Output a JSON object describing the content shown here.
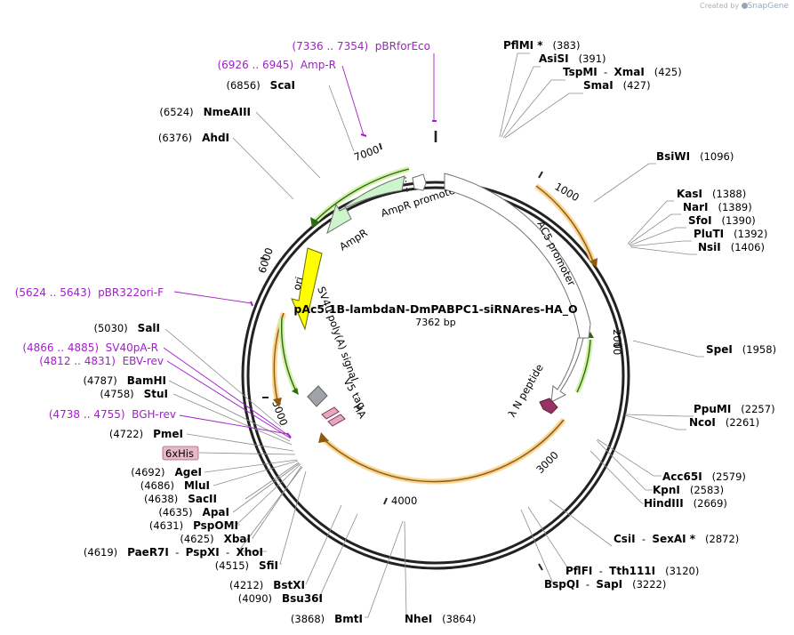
{
  "credit": {
    "prefix": "Created by",
    "brand": "SnapGene"
  },
  "plasmid": {
    "name": "pAc5.1B-lambdaN-DmPABPC1-siRNAres-HA_O",
    "length": "7362 bp"
  },
  "ticks": [
    "1000",
    "2000",
    "3000",
    "4000",
    "5000",
    "6000",
    "7000"
  ],
  "sites": [
    {
      "name": "PflMI *",
      "pos": "(383)"
    },
    {
      "name": "AsiSI",
      "pos": "(391)"
    },
    {
      "name": "TspMI",
      "name2": "XmaI",
      "pos": "(425)"
    },
    {
      "name": "SmaI",
      "pos": "(427)"
    },
    {
      "name": "BsiWI",
      "pos": "(1096)"
    },
    {
      "name": "KasI",
      "pos": "(1388)"
    },
    {
      "name": "NarI",
      "pos": "(1389)"
    },
    {
      "name": "SfoI",
      "pos": "(1390)"
    },
    {
      "name": "PluTI",
      "pos": "(1392)"
    },
    {
      "name": "NsiI",
      "pos": "(1406)"
    },
    {
      "name": "SpeI",
      "pos": "(1958)"
    },
    {
      "name": "PpuMI",
      "pos": "(2257)"
    },
    {
      "name": "NcoI",
      "pos": "(2261)"
    },
    {
      "name": "Acc65I",
      "pos": "(2579)"
    },
    {
      "name": "KpnI",
      "pos": "(2583)"
    },
    {
      "name": "HindIII",
      "pos": "(2669)"
    },
    {
      "name": "CsiI",
      "name2": "SexAI *",
      "pos": "(2872)"
    },
    {
      "name": "PflFI",
      "name2": "Tth111I",
      "pos": "(3120)"
    },
    {
      "name": "BspQI",
      "name2": "SapI",
      "pos": "(3222)"
    },
    {
      "name": "NheI",
      "pos": "(3864)"
    },
    {
      "name": "BmtI",
      "pos": "(3868)"
    },
    {
      "name": "Bsu36I",
      "pos": "(4090)"
    },
    {
      "name": "BstXI",
      "pos": "(4212)"
    },
    {
      "name": "SfiI",
      "pos": "(4515)"
    },
    {
      "name": "PaeR7I",
      "name2": "PspXI",
      "name3": "XhoI",
      "pos": "(4619)"
    },
    {
      "name": "XbaI",
      "pos": "(4625)"
    },
    {
      "name": "PspOMI",
      "pos": "(4631)"
    },
    {
      "name": "ApaI",
      "pos": "(4635)"
    },
    {
      "name": "SacII",
      "pos": "(4638)"
    },
    {
      "name": "MluI",
      "pos": "(4686)"
    },
    {
      "name": "AgeI",
      "pos": "(4692)"
    },
    {
      "name": "PmeI",
      "pos": "(4722)"
    },
    {
      "name": "StuI",
      "pos": "(4758)"
    },
    {
      "name": "BamHI",
      "pos": "(4787)"
    },
    {
      "name": "SalI",
      "pos": "(5030)"
    },
    {
      "name": "AhdI",
      "pos": "(6376)"
    },
    {
      "name": "NmeAIII",
      "pos": "(6524)"
    },
    {
      "name": "ScaI",
      "pos": "(6856)"
    }
  ],
  "primers": [
    {
      "range": "(7336 .. 7354)",
      "name": "pBRforEco"
    },
    {
      "range": "(6926 .. 6945)",
      "name": "Amp-R"
    },
    {
      "range": "(5624 .. 5643)",
      "name": "pBR322ori-F"
    },
    {
      "range": "(4866 .. 4885)",
      "name": "SV40pA-R"
    },
    {
      "range": "(4812 .. 4831)",
      "name": "EBV-rev"
    },
    {
      "range": "(4738 .. 4755)",
      "name": "BGH-rev"
    }
  ],
  "features": {
    "ampr_promoter": "AmpR promoter",
    "ampr": "AmpR",
    "ac5_promoter": "AC5 promoter",
    "lambda_n": "λ N peptide",
    "ori": "ori",
    "sv40": "SV40 poly(A) signal",
    "v5": "V5 tag",
    "ha": "HA",
    "his": "6xHis"
  },
  "colors": {
    "ampr": "#ccf5cc",
    "ampr_promoter": "#ffffff",
    "ori": "#ffff00",
    "lambda_n": "#993366",
    "v5_ha": "#e8a6c0",
    "sv40": "#a0a4a8",
    "orf_orange": "#f0b050",
    "orf_green": "#a8e060",
    "his_box": "#e6b8c8",
    "primer": "#a020c8"
  }
}
